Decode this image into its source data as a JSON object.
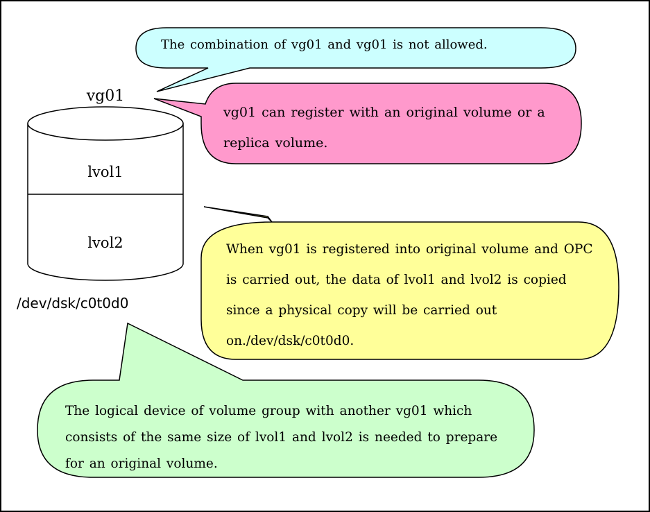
{
  "volume_group_label": "vg01",
  "logical_volumes": [
    "lvol1",
    "lvol2"
  ],
  "device_label": "/dev/dsk/c0t0d0",
  "callouts": {
    "combination": {
      "text": "The combination of vg01 and vg01 is not allowed.",
      "color": "#ccffff"
    },
    "register": {
      "text": "vg01 can register with an original volume or a replica volume.",
      "color": "#ff99cc"
    },
    "opc": {
      "text": "When vg01 is registered into original volume and OPC is carried out, the data of lvol1 and lvol2 is copied since a physical copy will be carried out on./dev/dsk/c0t0d0.",
      "color": "#ffff99"
    },
    "logical_device": {
      "text": "The logical device of volume group with another vg01 which consists of the same size of lvol1 and lvol2 is needed to prepare for an original volume.",
      "color": "#ccffcc"
    }
  }
}
